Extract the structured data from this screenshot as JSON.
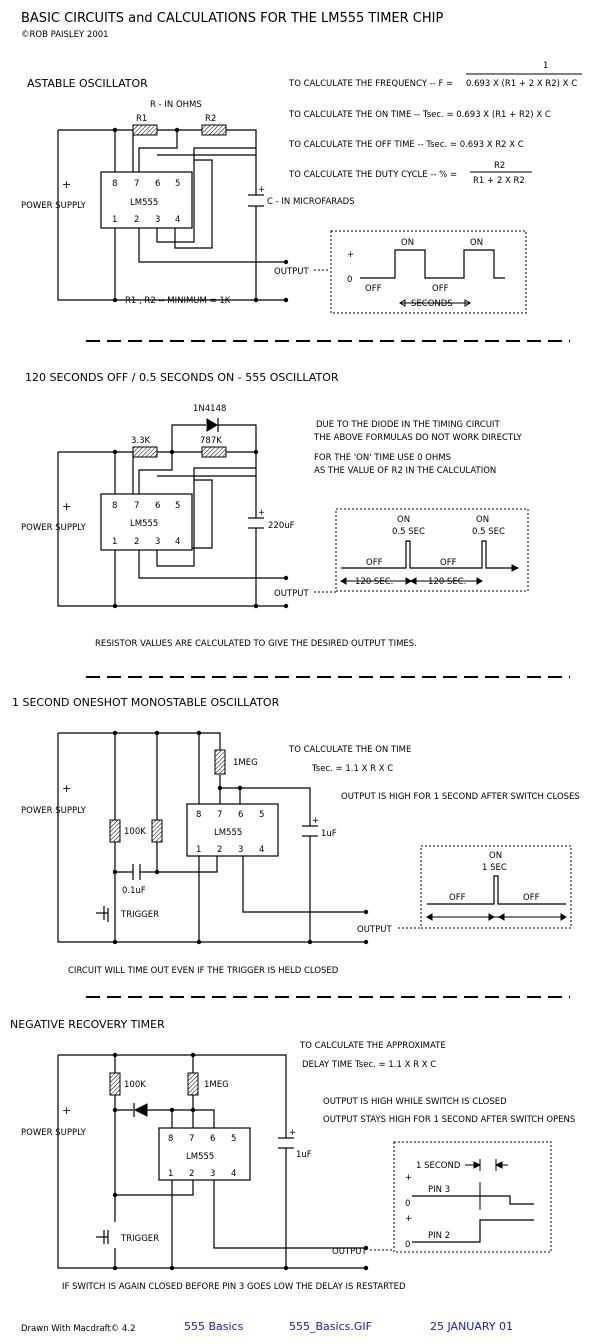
{
  "header": {
    "title": "BASIC CIRCUITS and CALCULATIONS FOR THE LM555 TIMER CHIP",
    "copyright": "©ROB PAISLEY 2001"
  },
  "common": {
    "chip": "LM555",
    "power_supply": "POWER SUPPLY",
    "plus": "+",
    "output": "OUTPUT",
    "pins_top": [
      "8",
      "7",
      "6",
      "5"
    ],
    "pins_bottom": [
      "1",
      "2",
      "3",
      "4"
    ],
    "zero": "0",
    "on": "ON",
    "off": "OFF"
  },
  "astable": {
    "title": "ASTABLE OSCILLATOR",
    "r_units": "R - IN OHMS",
    "r1": "R1",
    "r2": "R2",
    "c_units": "C - IN MICROFARADS",
    "minimum": "R1 , R2 -- MINIMUM = 1K",
    "freq_numerator": "1",
    "freq_label": "TO CALCULATE THE FREQUENCY -- F =",
    "freq_denominator": "0.693 X (R1 + 2 X R2) X C",
    "on_time": "TO CALCULATE THE ON TIME -- Tsec. = 0.693 X (R1 + R2) X C",
    "off_time": "TO CALCULATE THE OFF TIME -- Tsec. = 0.693 X R2 X C",
    "duty_label": "TO CALCULATE THE DUTY CYCLE -- % =",
    "duty_numerator": "R2",
    "duty_denominator": "R1 + 2 X R2",
    "seconds": "SECONDS"
  },
  "slow": {
    "title": "120 SECONDS OFF / 0.5 SECONDS ON - 555 OSCILLATOR",
    "diode": "1N4148",
    "r1": "3.3K",
    "r2": "787K",
    "cap": "220uF",
    "note1": "DUE TO THE DIODE IN THE TIMING CIRCUIT",
    "note2": "THE ABOVE FORMULAS DO NOT WORK DIRECTLY",
    "note3": "FOR THE 'ON' TIME USE 0 OHMS",
    "note4": "AS THE VALUE OF R2 IN THE CALCULATION",
    "half_sec": "0.5 SEC",
    "period": "120 SEC.",
    "footer": "RESISTOR VALUES ARE CALCULATED TO GIVE THE DESIRED OUTPUT TIMES."
  },
  "monostable": {
    "title": "1 SECOND ONESHOT MONOSTABLE OSCILLATOR",
    "r_timing": "1MEG",
    "r_pull": "100K",
    "cap_coupling": "0.1uF",
    "cap_timing": "1uF",
    "trigger": "TRIGGER",
    "calc1": "TO CALCULATE THE ON TIME",
    "calc2": "Tsec. = 1.1 X R X C",
    "note": "OUTPUT IS HIGH FOR 1 SECOND AFTER SWITCH CLOSES",
    "one_sec": "1 SEC",
    "footer": "CIRCUIT WILL TIME OUT EVEN IF THE TRIGGER IS HELD CLOSED"
  },
  "recovery": {
    "title": "NEGATIVE RECOVERY TIMER",
    "r_pull": "100K",
    "r_timing": "1MEG",
    "cap": "1uF",
    "trigger": "TRIGGER",
    "calc1": "TO CALCULATE THE APPROXIMATE",
    "calc2": "DELAY TIME    Tsec. = 1.1 X R X C",
    "note1": "OUTPUT IS HIGH WHILE SWITCH IS CLOSED",
    "note2": "OUTPUT STAYS HIGH FOR 1 SECOND AFTER SWITCH OPENS",
    "one_second": "1 SECOND",
    "pin3": "PIN 3",
    "pin2": "PIN 2",
    "footer": "IF SWITCH IS AGAIN CLOSED BEFORE PIN 3 GOES LOW THE DELAY IS RESTARTED"
  },
  "footer": {
    "credit": "Drawn With Macdraft© 4.2",
    "link_basics": "555 Basics",
    "link_gif": "555_Basics.GIF",
    "date": "25 JANUARY 01"
  },
  "colors": {
    "ink": "#000000",
    "link": "#1a1ab4",
    "paper": "#ffffff"
  }
}
